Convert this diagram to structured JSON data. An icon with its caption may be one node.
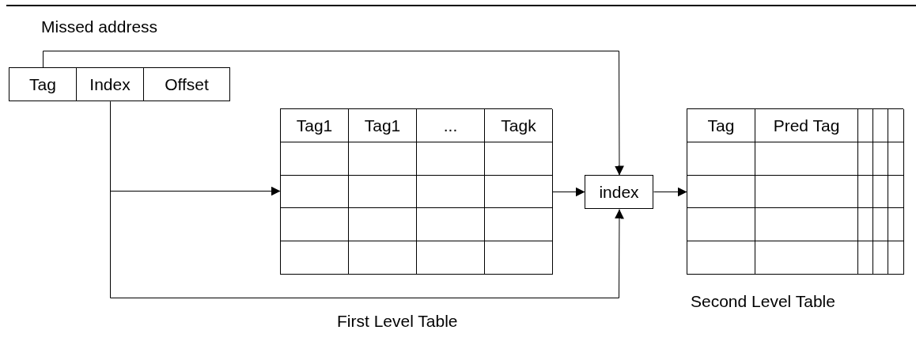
{
  "diagram": {
    "nodes": [
      {
        "text": [
          "Missed address"
        ]
      },
      {
        "text": [
          "Tag"
        ],
        "in": 0
      },
      {
        "text": [
          "Index"
        ],
        "in": 0
      },
      {
        "text": [
          "Offset"
        ],
        "in": 0
      },
      {
        "text": [
          "Tag1",
          "Tag1",
          "...",
          "Tagk"
        ],
        "beside": [
          "First Level Table"
        ]
      },
      {
        "text": [
          "index"
        ]
      },
      {
        "text": [
          "Tag",
          "Pred Tag"
        ],
        "beside": [
          "Second Level Table"
        ]
      }
    ],
    "edges": [
      {
        "from": 1,
        "to": 5,
        "arrow": "to"
      },
      {
        "from": 2,
        "to": 4,
        "arrow": "to"
      },
      {
        "from": 2,
        "to": 5,
        "arrow": "to"
      },
      {
        "from": 4,
        "to": 5,
        "arrow": "to"
      },
      {
        "from": 5,
        "to": 6,
        "arrow": "to"
      }
    ]
  }
}
